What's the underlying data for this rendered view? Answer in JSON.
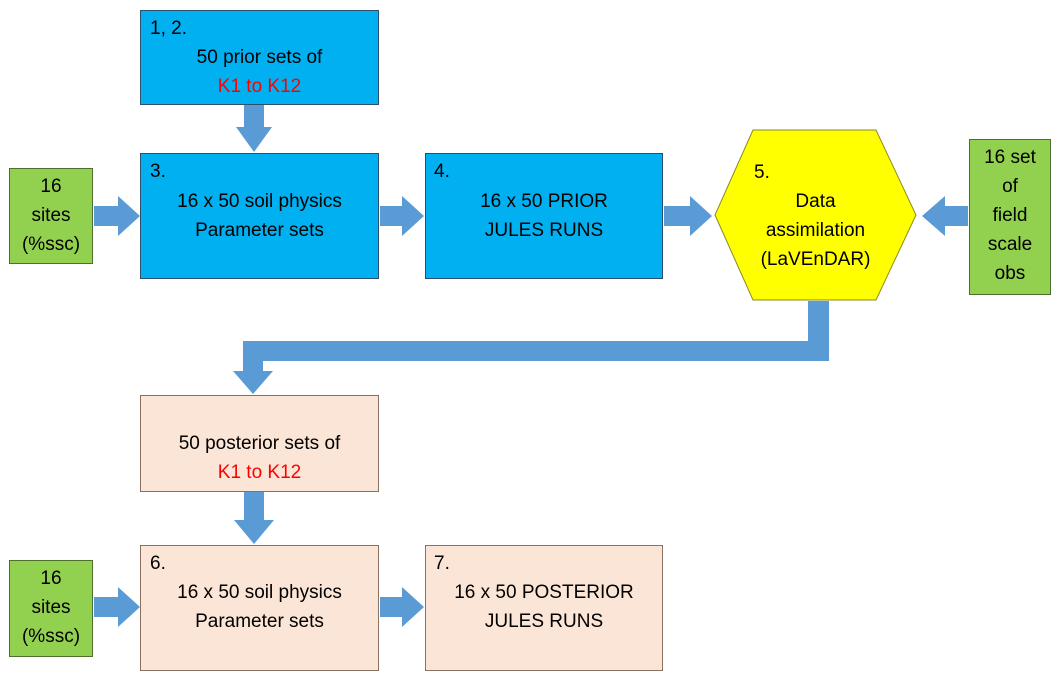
{
  "step12": {
    "num": "1, 2.",
    "line1": "50 prior sets of",
    "line2": "K1 to K12"
  },
  "step3": {
    "num": "3.",
    "line1": "16 x 50 soil physics",
    "line2": "Parameter sets"
  },
  "step4": {
    "num": "4.",
    "line1": "16 x 50 PRIOR",
    "line2": "JULES RUNS"
  },
  "step5": {
    "num": "5.",
    "line1": "Data",
    "line2": "assimilation",
    "line3": "(LaVEnDAR)"
  },
  "obs": {
    "line1": "16 set",
    "line2": "of",
    "line3": "field",
    "line4": "scale",
    "line5": "obs"
  },
  "sites_top": {
    "line1": "16",
    "line2": "sites",
    "line3": "(%ssc)"
  },
  "posterior": {
    "line1": "50 posterior sets of",
    "line2": "K1 to K12"
  },
  "step6": {
    "num": "6.",
    "line1": "16 x 50 soil physics",
    "line2": "Parameter sets"
  },
  "step7": {
    "num": "7.",
    "line1": "16 x 50 POSTERIOR",
    "line2": "JULES RUNS"
  },
  "sites_bottom": {
    "line1": "16",
    "line2": "sites",
    "line3": "(%ssc)"
  },
  "colors": {
    "blue_box": "#00b0f0",
    "peach_box": "#fbe5d6",
    "green_box": "#92d050",
    "hexagon": "#ffff00",
    "arrow": "#5b9bd5",
    "highlight_text": "#ff0000"
  }
}
